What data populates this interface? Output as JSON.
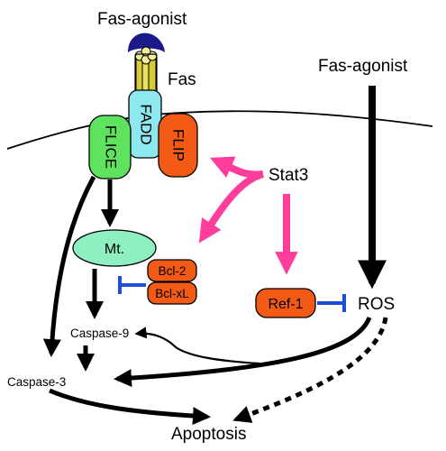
{
  "labels": {
    "fas_agonist_top": "Fas-agonist",
    "fas_agonist_right": "Fas-agonist",
    "fas": "Fas",
    "fadd": "FADD",
    "flice": "FLICE",
    "flip": "FLIP",
    "stat3": "Stat3",
    "mt": "Mt.",
    "bcl2": "Bcl-2",
    "bclxl": "Bcl-xL",
    "ref1": "Ref-1",
    "ros": "ROS",
    "caspase9": "Caspase-9",
    "caspase3": "Caspase-3",
    "apoptosis": "Apoptosis"
  },
  "colors": {
    "flice_fill": "#5fe35f",
    "fadd_fill": "#8ee8f0",
    "flip_fill": "#f25a16",
    "mt_fill": "#8ef0c0",
    "bcl_fill": "#f25a16",
    "ref1_fill": "#f25a16",
    "agonist_fill": "#1a1a8a",
    "receptor_fill": "#e8e060",
    "stat3_arrow": "#ff3d9a",
    "inhibit": "#1f4fd6",
    "activate": "#000000"
  }
}
